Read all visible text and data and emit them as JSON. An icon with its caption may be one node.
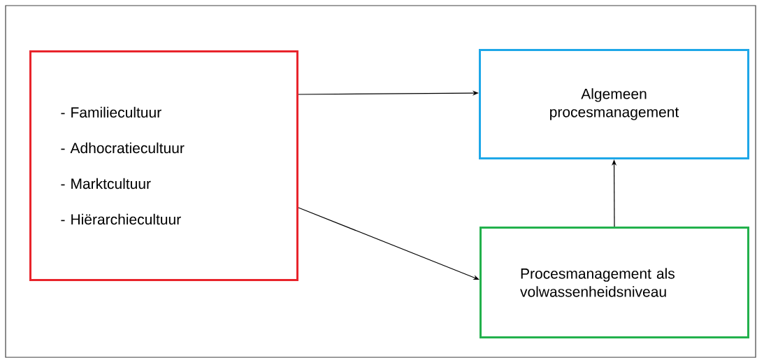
{
  "diagram": {
    "nodes": [
      {
        "text": [
          "- Familiecultuur",
          "- Adhocratiecultuur",
          "- Marktcultuur",
          "- Hiërarchiecultuur"
        ]
      },
      {
        "text": [
          "Algemeen procesmanagement"
        ]
      },
      {
        "text": [
          "Procesmanagement als volwassenheidsniveau"
        ]
      }
    ],
    "edges": [
      {
        "from": 0,
        "to": 1,
        "arrow": "to"
      },
      {
        "from": 0,
        "to": 2,
        "arrow": "to"
      },
      {
        "from": 2,
        "to": 1,
        "arrow": "to"
      }
    ]
  }
}
